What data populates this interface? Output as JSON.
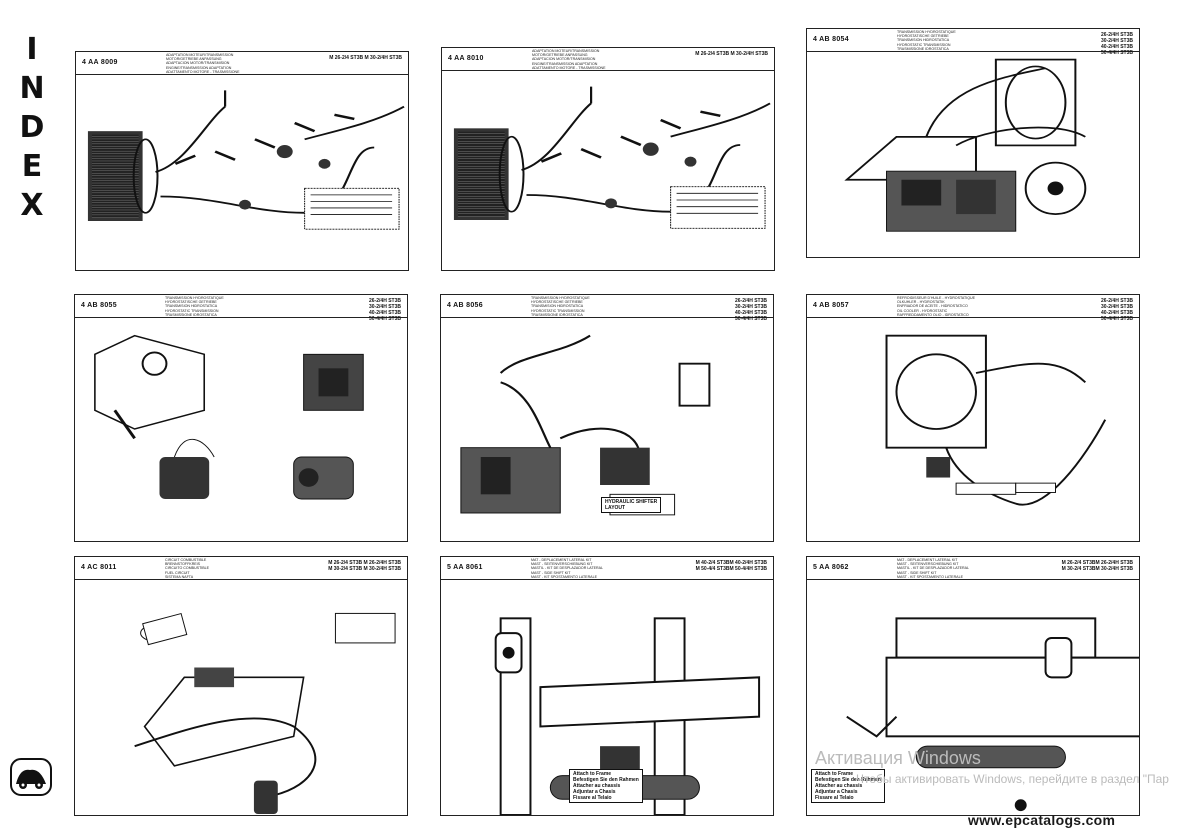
{
  "index_letters": [
    "I",
    "N",
    "D",
    "E",
    "X"
  ],
  "pages": [
    {
      "code": "4 AA 8009",
      "desc": [
        "ADAPTATION MOTEUR/TRANSMISSION",
        "MOTOR/GETRIEBE ANPASSUNG",
        "ADAPTACION MOTOR/TRANSMISION",
        "ENGINE/TRANSMISSION ADAPTATION",
        "ADATTAMENTO MOTORE - TRASMISSIONE"
      ],
      "models": [
        "M 26-2/4 ST3B   M 30-2/4H ST3B"
      ]
    },
    {
      "code": "4 AA 8010",
      "desc": [
        "ADAPTATION MOTEUR/TRANSMISSION",
        "MOTOR/GETRIEBE ANPASSUNG",
        "ADAPTACION MOTOR/TRANSMISION",
        "ENGINE/TRANSMISSION ADAPTATION",
        "ADATTAMENTO MOTORE - TRASMISSIONE"
      ],
      "models": [
        "M 26-2/4 ST3B   M 30-2/4H ST3B"
      ]
    },
    {
      "code": "4 AB 8054",
      "desc": [
        "TRANSMISSION HYDROSTATIQUE",
        "HYDROSTATISCHE GETRIEBE",
        "TRANSMISION HIDROSTATICA",
        "HYDROSTATIC TRANSMISSION",
        "TRASMISSIONE IDROSTATICA"
      ],
      "models": [
        "26-2/4H ST3B",
        "30-2/4H ST3B",
        "40-2/4H ST3B",
        "50-4/4H ST3B"
      ]
    },
    {
      "code": "4 AB 8055",
      "desc": [
        "TRANSMISSION HYDROSTATIQUE",
        "HYDROSTATISCHE GETRIEBE",
        "TRANSMISION HIDROSTATICA",
        "HYDROSTATIC TRANSMISSION",
        "TRASMISSIONE IDROSTATICA"
      ],
      "models": [
        "26-2/4H ST3B",
        "30-2/4H ST3B",
        "40-2/4H ST3B",
        "50-4/4H ST3B"
      ]
    },
    {
      "code": "4 AB 8056",
      "desc": [
        "TRANSMISSION HYDROSTATIQUE",
        "HYDROSTATISCHE GETRIEBE",
        "TRANSMISION HIDROSTATICA",
        "HYDROSTATIC TRANSMISSION",
        "TRASMISSIONE IDROSTATICA"
      ],
      "models": [
        "26-2/4H ST3B",
        "30-2/4H ST3B",
        "40-2/4H ST3B",
        "50-4/4H ST3B"
      ]
    },
    {
      "code": "4 AB 8057",
      "desc": [
        "REFROIDISSEUR D'HUILE - HYDROSTATIQUE",
        "OLKUHLER - HYDROSTATIK",
        "ENFRIADOR DE ACEITE - HIDROSTATICO",
        "OIL COOLER - HYDROSTATIC",
        "RAFFREDDAMENTO OLIO - IDROSTATICO"
      ],
      "models": [
        "26-2/4H ST3B",
        "30-2/4H ST3B",
        "40-2/4H ST3B",
        "50-4/4H ST3B"
      ]
    },
    {
      "code": "4 AC 8011",
      "desc": [
        "CIRCUIT COMBUSTIBLE",
        "BRENNSTOFFKREIS",
        "CIRCUITO COMBUSTIBLE",
        "FUEL CIRCUIT",
        "SISTEMA NAFTA"
      ],
      "models": [
        "M 26-2/4 ST3B   M 26-2/4H ST3B",
        "M 30-2/4 ST3B   M 30-2/4H ST3B"
      ]
    },
    {
      "code": "5 AA 8061",
      "desc": [
        "MAT - DEPLACEMENT LATERAL KIT",
        "MAST - SEITENVERSCHIEBUNG KIT",
        "MASTIL - KIT DE DESPLAZADOR LATERAL",
        "MAST - SIDE SHIFT KIT",
        "MAST - KIT SPOSTAMENTO LATERALE"
      ],
      "models": [
        "M 40-2/4 ST3BM   40-2/4H ST3B",
        "M 50-4/4 ST3BM   50-4/4H ST3B"
      ]
    },
    {
      "code": "5 AA 8062",
      "desc": [
        "MAT - DEPLACEMENT LATERAL KIT",
        "MAST - SEITENVERSCHIEBUNG KIT",
        "MASTIL - KIT DE DESPLAZADOR LATERAL",
        "MAST - SIDE SHIFT KIT",
        "MAST - KIT SPOSTAMENTO LATERALE"
      ],
      "models": [
        "M 26-2/4 ST3BM   26-2/4H ST3B",
        "M 30-2/4 ST3BM   30-2/4H ST3B"
      ]
    }
  ],
  "labels": {
    "hydraulic_shifter": [
      "HYDRAULIC SHIFTER",
      "LAYOUT"
    ],
    "attach_frame_1": [
      "Attach to Frame",
      "Befestigen Sie den Rahmen",
      "Attacher au chassis",
      "Adjuntar a Chasis",
      "Fissare al Telaio"
    ],
    "attach_frame_2": [
      "Attach to Frame",
      "Befestigen Sie den Rahmen",
      "Attacher au chassis",
      "Adjuntar a Chasis",
      "Fissare al Telaio"
    ]
  },
  "watermark": {
    "line1": "Активация Windows",
    "line2": "Чтобы активировать Windows, перейдите в раздел \"Пар"
  },
  "site": "www.epcatalogs.com",
  "logo_icon": "manitou-logo-icon"
}
